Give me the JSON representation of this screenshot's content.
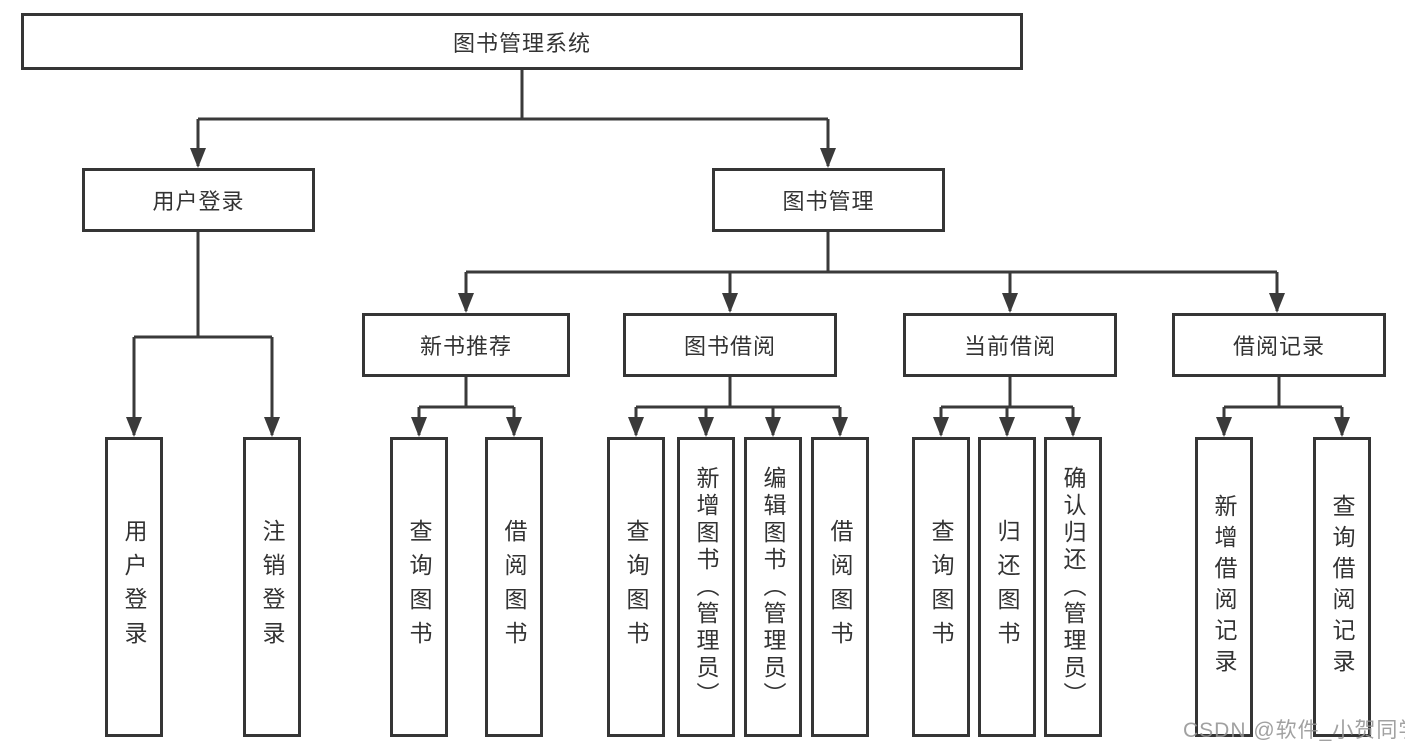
{
  "tree": {
    "root": "图书管理系统",
    "level2": [
      "用户登录",
      "图书管理"
    ],
    "level3": [
      "新书推荐",
      "图书借阅",
      "当前借阅",
      "借阅记录"
    ],
    "level4": {
      "user": [
        "用户登录",
        "注销登录"
      ],
      "recommend": [
        "查询图书",
        "借阅图书"
      ],
      "borrow": [
        "查询图书",
        "新增图书（管理员）",
        "编辑图书（管理员）",
        "借阅图书"
      ],
      "current": [
        "查询图书",
        "归还图书",
        "确认归还（管理员）"
      ],
      "records": [
        "新增借阅记录",
        "查询借阅记录"
      ]
    }
  },
  "watermark": "CSDN @软件_小贺同学",
  "colors": {
    "line": "#3a3a3a",
    "text": "#333333",
    "watermark": "#949494",
    "background": "#ffffff"
  }
}
